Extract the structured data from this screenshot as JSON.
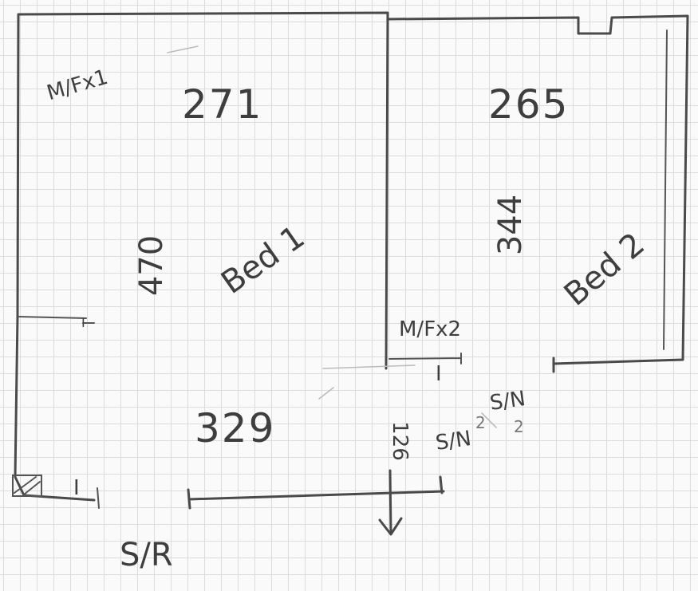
{
  "room_left": {
    "code": "M/Fx1",
    "area": "271",
    "width": "329",
    "height": "470",
    "name": "Bed 1"
  },
  "room_right": {
    "code": "265",
    "height": "344",
    "name": "Bed 2"
  },
  "wardrobe_2": {
    "code": "M/Fx2"
  },
  "passage": {
    "dimension": "126"
  },
  "marks": {
    "sr_bottom": "S/R",
    "sr_middle": "S/N",
    "sr_right": "S/N",
    "sr_middle_sup": "2",
    "sr_right_sup": "2",
    "tick_left": "I",
    "tick_mid": "I",
    "tick_bottom": "I"
  }
}
